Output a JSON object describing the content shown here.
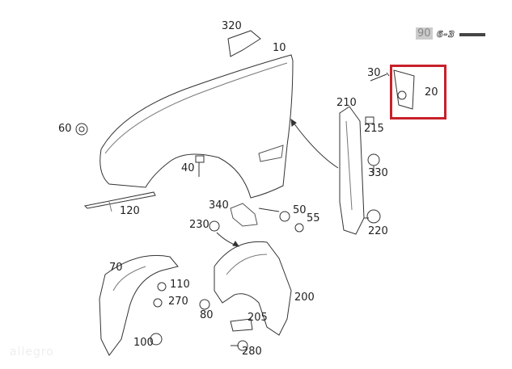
{
  "diagram": {
    "part_labels": {
      "p10": "10",
      "p20": "20",
      "p30": "30",
      "p40": "40",
      "p50": "50",
      "p55": "55",
      "p60": "60",
      "p70": "70",
      "p80": "80",
      "p100": "100",
      "p110": "110",
      "p120": "120",
      "p200": "200",
      "p205": "205",
      "p210": "210",
      "p215": "215",
      "p220": "220",
      "p230": "230",
      "p270": "270",
      "p280": "280",
      "p320": "320",
      "p330": "330",
      "p340": "340"
    },
    "badge": {
      "number": "90",
      "model": "6-3"
    },
    "highlight_color": "#c8202a",
    "watermark": "allegro"
  }
}
